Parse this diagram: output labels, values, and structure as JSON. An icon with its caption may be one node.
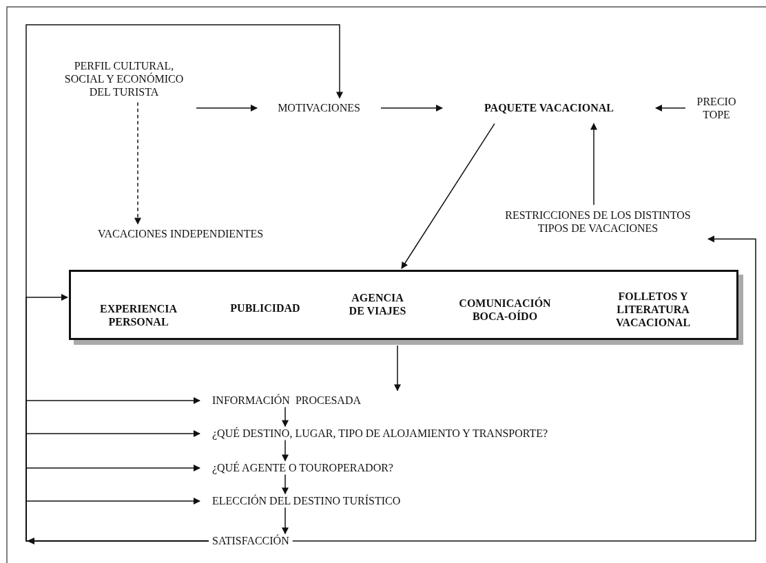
{
  "diagram": {
    "nodes": [
      {
        "text": [
          "PERFIL CULTURAL, SOCIAL Y ECONÓMICO DEL TURISTA"
        ]
      },
      {
        "text": [
          "MOTIVACIONES"
        ]
      },
      {
        "text": [
          "PAQUETE VACACIONAL"
        ]
      },
      {
        "text": [
          "PRECIO TOPE"
        ]
      },
      {
        "text": [
          "VACACIONES INDEPENDIENTES"
        ]
      },
      {
        "text": [
          "RESTRICCIONES DE LOS DISTINTOS TIPOS DE VACACIONES"
        ]
      },
      {
        "text": [],
        "shape": "box"
      },
      {
        "text": [
          "EXPERIENCIA PERSONAL"
        ],
        "in": 6
      },
      {
        "text": [
          "PUBLICIDAD"
        ],
        "in": 6
      },
      {
        "text": [
          "AGENCIA DE VIAJES"
        ],
        "in": 6
      },
      {
        "text": [
          "COMUNICACIÓN BOCA-OÍDO"
        ],
        "in": 6
      },
      {
        "text": [
          "FOLLETOS Y LITERATURA VACACIONAL"
        ],
        "in": 6
      },
      {
        "text": [
          "INFORMACIÓN  PROCESADA"
        ]
      },
      {
        "text": [
          "¿QUÉ DESTINO, LUGAR, TIPO DE ALOJAMIENTO Y TRANSPORTE?"
        ]
      },
      {
        "text": [
          "¿QUÉ AGENTE O TOUROPERADOR?"
        ]
      },
      {
        "text": [
          "ELECCIÓN DEL DESTINO TURÍSTICO"
        ]
      },
      {
        "text": [
          "SATISFACCIÓN"
        ]
      }
    ],
    "edges": [
      {
        "from": 0,
        "to": 1,
        "arrow": "to"
      },
      {
        "from": 1,
        "to": 2,
        "arrow": "to"
      },
      {
        "from": 3,
        "to": 2,
        "arrow": "to"
      },
      {
        "from": 0,
        "to": 4,
        "arrow": "to",
        "style": "dashed"
      },
      {
        "from": 2,
        "to": 6,
        "arrow": "to"
      },
      {
        "from": 5,
        "to": 2,
        "arrow": "to"
      },
      {
        "from": 6,
        "to": 12,
        "arrow": "to"
      },
      {
        "from": 12,
        "to": 13,
        "arrow": "to"
      },
      {
        "from": 13,
        "to": 14,
        "arrow": "to"
      },
      {
        "from": 14,
        "to": 15,
        "arrow": "to"
      },
      {
        "from": 15,
        "to": 16,
        "arrow": "to"
      },
      {
        "from": 16,
        "to": 1,
        "arrow": "to"
      },
      {
        "from": 16,
        "to": 6,
        "arrow": "to"
      },
      {
        "from": 16,
        "to": 12,
        "arrow": "to"
      },
      {
        "from": 16,
        "to": 13,
        "arrow": "to"
      },
      {
        "from": 16,
        "to": 14,
        "arrow": "to"
      },
      {
        "from": 16,
        "to": 15,
        "arrow": "to"
      },
      {
        "from": 16,
        "to": 5,
        "arrow": "to"
      }
    ]
  }
}
